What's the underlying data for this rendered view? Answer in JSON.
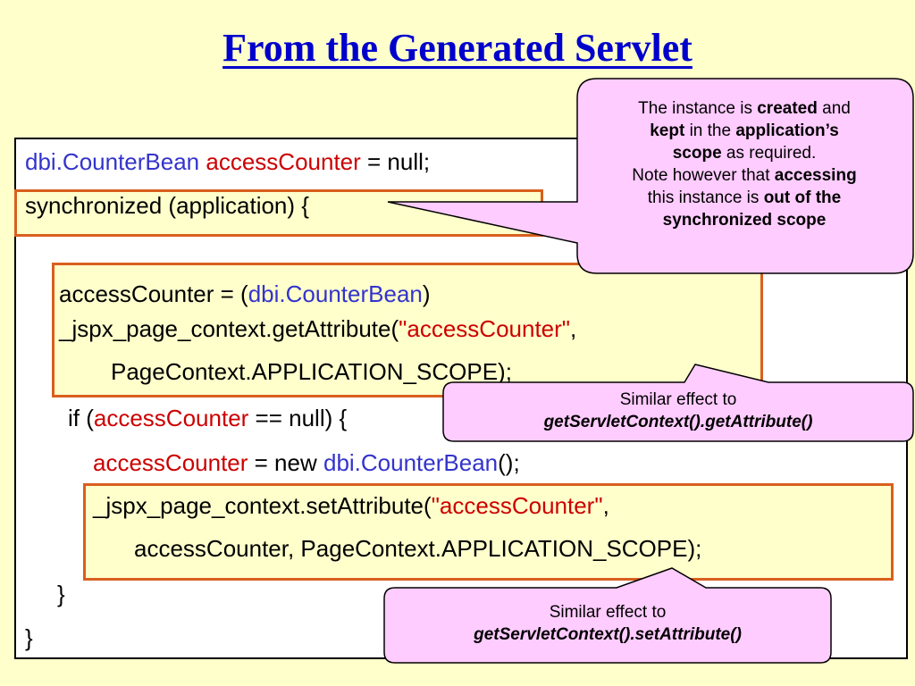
{
  "title": "From the Generated Servlet",
  "code": {
    "line1": {
      "type": "dbi.CounterBean",
      "var": "accessCounter",
      "rest": " = null;"
    },
    "line2": "synchronized (application) {",
    "line3": {
      "a": "accessCounter = (",
      "type": "dbi.CounterBean",
      "b": ")"
    },
    "line4": {
      "a": "_jspx_page_context.getAttribute(",
      "str": "\"accessCounter\"",
      "b": ","
    },
    "line5": "PageContext.APPLICATION_SCOPE);",
    "line6": {
      "a": "if (",
      "var": "accessCounter",
      "b": " == null) {"
    },
    "line7": {
      "var": "accessCounter",
      "mid": " = new ",
      "type": "dbi.CounterBean",
      "end": "();"
    },
    "line8": {
      "a": "_jspx_page_context.setAttribute(",
      "str": "\"accessCounter\"",
      "b": ","
    },
    "line9": "accessCounter, PageContext.APPLICATION_SCOPE);",
    "line10": "}",
    "line11": "}"
  },
  "callout_top": {
    "t1": "The instance is ",
    "b1": "created",
    "t2": " and",
    "b2": "kept",
    "t3": " in the ",
    "b3": "application’s",
    "b4": "scope",
    "t4": " as required.",
    "t5": "Note however that ",
    "b5": "accessing",
    "t6": "this instance is ",
    "b6": "out of the",
    "b7": "synchronized scope"
  },
  "callout_mid": {
    "t1": "Similar effect to",
    "i1": "getServletContext().getAttribute()"
  },
  "callout_bottom": {
    "t1": "Similar effect to",
    "i1": "getServletContext().setAttribute()"
  },
  "colors": {
    "background": "#ffffcc",
    "keyword_blue": "#3333cc",
    "string_red": "#cc0000",
    "highlight_border": "#d95f1e",
    "callout_fill": "#ffccff",
    "title": "#0000cc"
  }
}
